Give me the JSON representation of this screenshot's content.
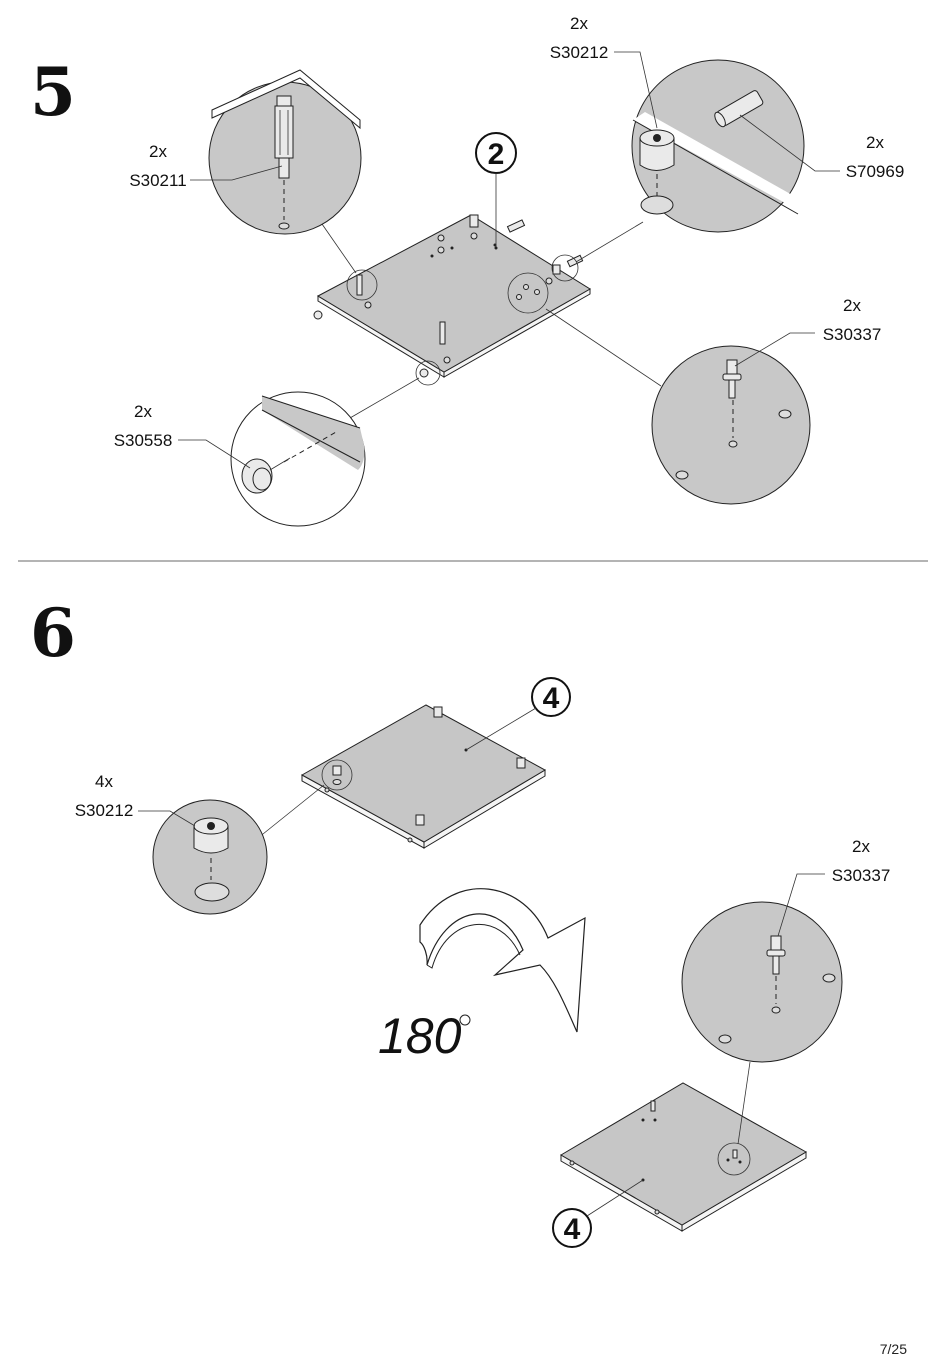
{
  "steps": {
    "step5": {
      "number": "5",
      "panel_badge": "2",
      "callouts": {
        "s30211": {
          "qty": "2x",
          "code": "S30211"
        },
        "s30212": {
          "qty": "2x",
          "code": "S30212"
        },
        "s70969": {
          "qty": "2x",
          "code": "S70969"
        },
        "s30337": {
          "qty": "2x",
          "code": "S30337"
        },
        "s30558": {
          "qty": "2x",
          "code": "S30558"
        }
      }
    },
    "step6": {
      "number": "6",
      "panel_badge_top": "4",
      "panel_badge_bottom": "4",
      "rotation_label": "180",
      "callouts": {
        "s30212": {
          "qty": "4x",
          "code": "S30212"
        },
        "s30337": {
          "qty": "2x",
          "code": "S30337"
        }
      }
    }
  },
  "page_number": "7/25",
  "icons": [
    "step5-number",
    "step6-number",
    "rotate-arrow-icon",
    "degree-symbol-icon"
  ]
}
